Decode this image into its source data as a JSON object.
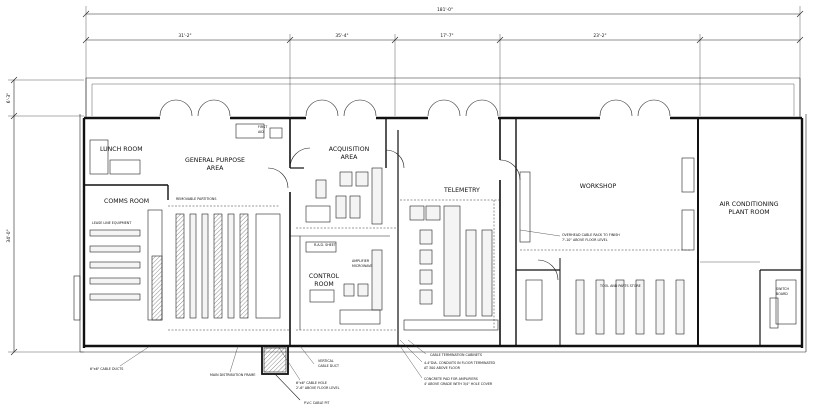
{
  "rooms": {
    "lunch": "LUNCH ROOM",
    "general_1": "GENERAL PURPOSE",
    "general_2": "AREA",
    "acquisition_1": "ACQUISITION",
    "acquisition_2": "AREA",
    "comms": "COMMS ROOM",
    "telemetry": "TELEMETRY",
    "control_1": "CONTROL",
    "control_2": "ROOM",
    "workshop": "WORKSHOP",
    "ac_1": "AIR CONDITIONING",
    "ac_2": "PLANT ROOM"
  },
  "dimensions": {
    "overall": "181'-0\"",
    "seg1": "31'-2\"",
    "seg2": "35'-4\"",
    "seg3": "17'-7\"",
    "seg4": "23'-2\"",
    "height_left": "34'-0\"",
    "height_top": "6'-3\""
  },
  "notes": {
    "cable_ducts": "6\"x6\" CABLE DUCTS",
    "main_distribution": "MAIN DISTRIBUTION FRAME",
    "pvc_pit": "P.V.C CABLE PIT",
    "cable_hole_1": "6\"x6\" CABLE HOLE",
    "cable_hole_2": "2'-6\" ABOVE FLOOR LEVEL",
    "vertical_duct_1": "VERTICAL",
    "vertical_duct_2": "CABLE DUCT",
    "cable_termination": "CABLE TERMINATION CABINETS",
    "conduits_1": "4-4\"DIA. CONDUITS IN FLOOR TERMINATED",
    "conduits_2": "AT 300 ABOVE FLOOR",
    "concrete_1": "CONCRETE PAD FOR AMPLIFIERS",
    "concrete_2": "4' ABOVE GRADE WITH 3/4\" HOLE COVER",
    "overhead_1": "OVERHEAD CABLE RACK TO FINISH",
    "overhead_2": "7'-10\" ABOVE FLOOR LEVEL",
    "tool_store": "TOOL AND PARTS STORE",
    "line_equipment": "LEASE LINE EQUIPMENT",
    "removable_partitions": "REMOVABLE PARTITIONS",
    "first_aid_1": "FIRST",
    "first_aid_2": "AID",
    "rad_sheet": "R.A.D. SHEET",
    "amplifier_1": "AMPLIFIER",
    "amplifier_2": "MICROWAVE",
    "switch_board_1": "SWITCH",
    "switch_board_2": "BOARD"
  }
}
